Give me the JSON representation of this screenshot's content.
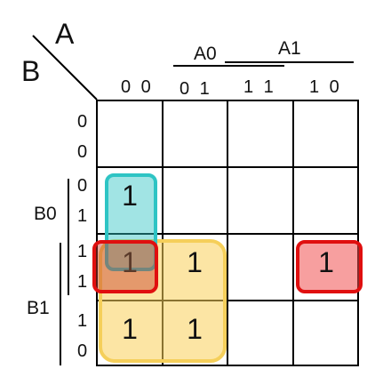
{
  "labels": {
    "a": "A",
    "b": "B",
    "a0": "A0",
    "a1": "A1",
    "b0": "B0",
    "b1": "B1"
  },
  "columns": [
    "0 0",
    "0 1",
    "1 1",
    "1 0"
  ],
  "rows": [
    [
      "0",
      "0"
    ],
    [
      "0",
      "1"
    ],
    [
      "1",
      "1"
    ],
    [
      "1",
      "0"
    ]
  ],
  "cells": [
    {
      "row": 1,
      "col": 0,
      "value": "1"
    },
    {
      "row": 2,
      "col": 0,
      "value": "1"
    },
    {
      "row": 2,
      "col": 1,
      "value": "1"
    },
    {
      "row": 2,
      "col": 3,
      "value": "1"
    },
    {
      "row": 3,
      "col": 0,
      "value": "1"
    },
    {
      "row": 3,
      "col": 1,
      "value": "1"
    }
  ],
  "groups": [
    {
      "name": "cyan-group",
      "color": "#2ec4c4",
      "fill": "rgba(46,196,196,0.45)"
    },
    {
      "name": "yellow-group",
      "color": "#f5cf5a",
      "fill": "rgba(250,208,90,0.55)"
    },
    {
      "name": "red-group",
      "color": "#e00f0f",
      "fill": "rgba(240,80,80,0.55)"
    }
  ]
}
